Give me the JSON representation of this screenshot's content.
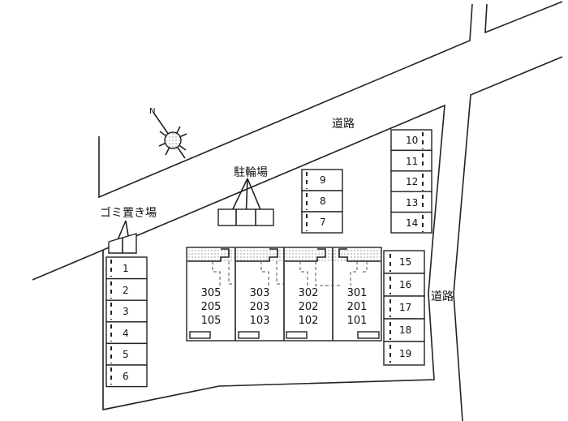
{
  "labels": {
    "road_top": "道路",
    "road_right": "道路",
    "bicycle_parking": "駐輪場",
    "garbage_area": "ゴミ置き場",
    "north": "N"
  },
  "parking_left": [
    "1",
    "2",
    "3",
    "4",
    "5",
    "6"
  ],
  "parking_middle": [
    "9",
    "8",
    "7"
  ],
  "parking_right_top": [
    "10",
    "11",
    "12",
    "13",
    "14"
  ],
  "parking_right_bottom": [
    "15",
    "16",
    "17",
    "18",
    "19"
  ],
  "units": [
    {
      "floors": [
        "305",
        "205",
        "105"
      ]
    },
    {
      "floors": [
        "303",
        "203",
        "103"
      ]
    },
    {
      "floors": [
        "302",
        "202",
        "102"
      ]
    },
    {
      "floors": [
        "301",
        "201",
        "101"
      ]
    }
  ]
}
